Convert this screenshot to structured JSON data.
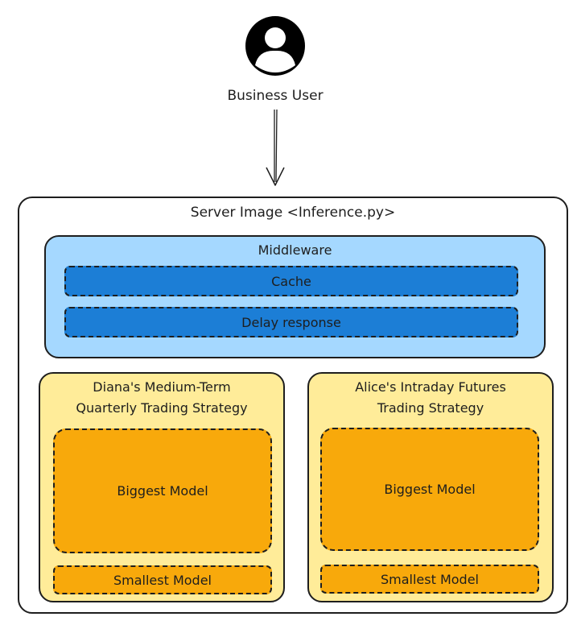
{
  "actor": {
    "icon": "user-icon",
    "label": "Business User"
  },
  "server": {
    "title": "Server Image <Inference.py>",
    "middleware": {
      "title": "Middleware",
      "items": [
        "Cache",
        "Delay response"
      ]
    },
    "strategies": [
      {
        "title_lines": [
          "Diana's Medium-Term",
          "Quarterly Trading Strategy"
        ],
        "big_model": "Biggest Model",
        "small_model": "Smallest Model"
      },
      {
        "title_lines": [
          "Alice's Intraday Futures",
          "Trading Strategy"
        ],
        "big_model": "Biggest Model",
        "small_model": "Smallest Model"
      }
    ]
  },
  "colors": {
    "middleware_fill": "#a5d8ff",
    "bar_fill": "#1c7ed6",
    "strategy_fill": "#ffec99",
    "model_fill": "#f8a90b",
    "stroke": "#1e1e1e"
  }
}
